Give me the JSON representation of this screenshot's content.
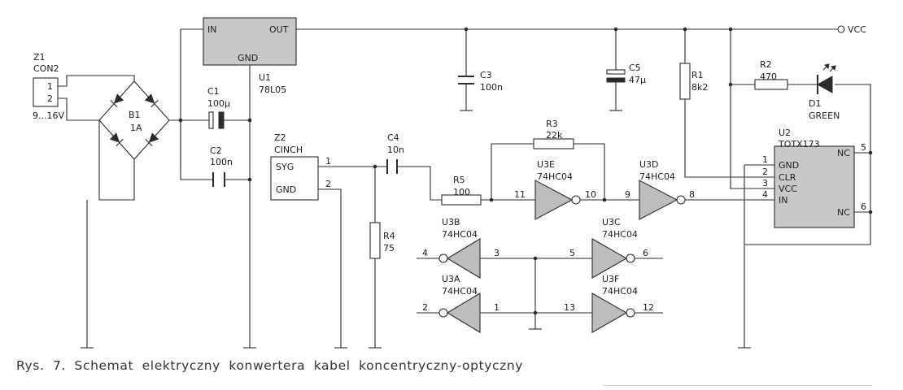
{
  "caption": "Rys. 7. Schemat elektryczny konwertera kabel koncentryczny-optyczny",
  "labels": {
    "z1_ref": "Z1",
    "z1_val": "CON2",
    "z1_pin1": "1",
    "z1_pin2": "2",
    "z1_volt": "9...16V",
    "b1_ref": "B1",
    "b1_val": "1A",
    "u1_in": "IN",
    "u1_out": "OUT",
    "u1_gnd": "GND",
    "u1_ref": "U1",
    "u1_val": "78L05",
    "c1_ref": "C1",
    "c1_val": "100µ",
    "c2_ref": "C2",
    "c2_val": "100n",
    "c3_ref": "C3",
    "c3_val": "100n",
    "c5_ref": "C5",
    "c5_val": "47µ",
    "c4_ref": "C4",
    "c4_val": "10n",
    "vcc": "VCC",
    "r1_ref": "R1",
    "r1_val": "8k2",
    "r2_ref": "R2",
    "r2_val": "470",
    "r3_ref": "R3",
    "r3_val": "22k",
    "r4_ref": "R4",
    "r4_val": "75",
    "r5_ref": "R5",
    "r5_val": "100",
    "d1_ref": "D1",
    "d1_val": "GREEN",
    "z2_ref": "Z2",
    "z2_val": "CINCH",
    "z2_syg": "SYG",
    "z2_gnd": "GND",
    "z2_pin1": "1",
    "z2_pin2": "2",
    "u2_ref": "U2",
    "u2_val": "TOTX173",
    "u2_gnd": "GND",
    "u2_clr": "CLR",
    "u2_vcc": "VCC",
    "u2_in": "IN",
    "u2_nc1": "NC",
    "u2_nc2": "NC",
    "u2_p1": "1",
    "u2_p2": "2",
    "u2_p3": "3",
    "u2_p4": "4",
    "u2_p5": "5",
    "u2_p6": "6",
    "u3e_ref": "U3E",
    "u3e_val": "74HC04",
    "u3e_in": "11",
    "u3e_out": "10",
    "u3d_ref": "U3D",
    "u3d_val": "74HC04",
    "u3d_in": "9",
    "u3d_out": "8",
    "u3b_ref": "U3B",
    "u3b_val": "74HC04",
    "u3b_out": "4",
    "u3b_in": "3",
    "u3c_ref": "U3C",
    "u3c_val": "74HC04",
    "u3c_in": "5",
    "u3c_out": "6",
    "u3a_ref": "U3A",
    "u3a_val": "74HC04",
    "u3a_out": "2",
    "u3a_in": "1",
    "u3f_ref": "U3F",
    "u3f_val": "74HC04",
    "u3f_in": "13",
    "u3f_out": "12"
  }
}
